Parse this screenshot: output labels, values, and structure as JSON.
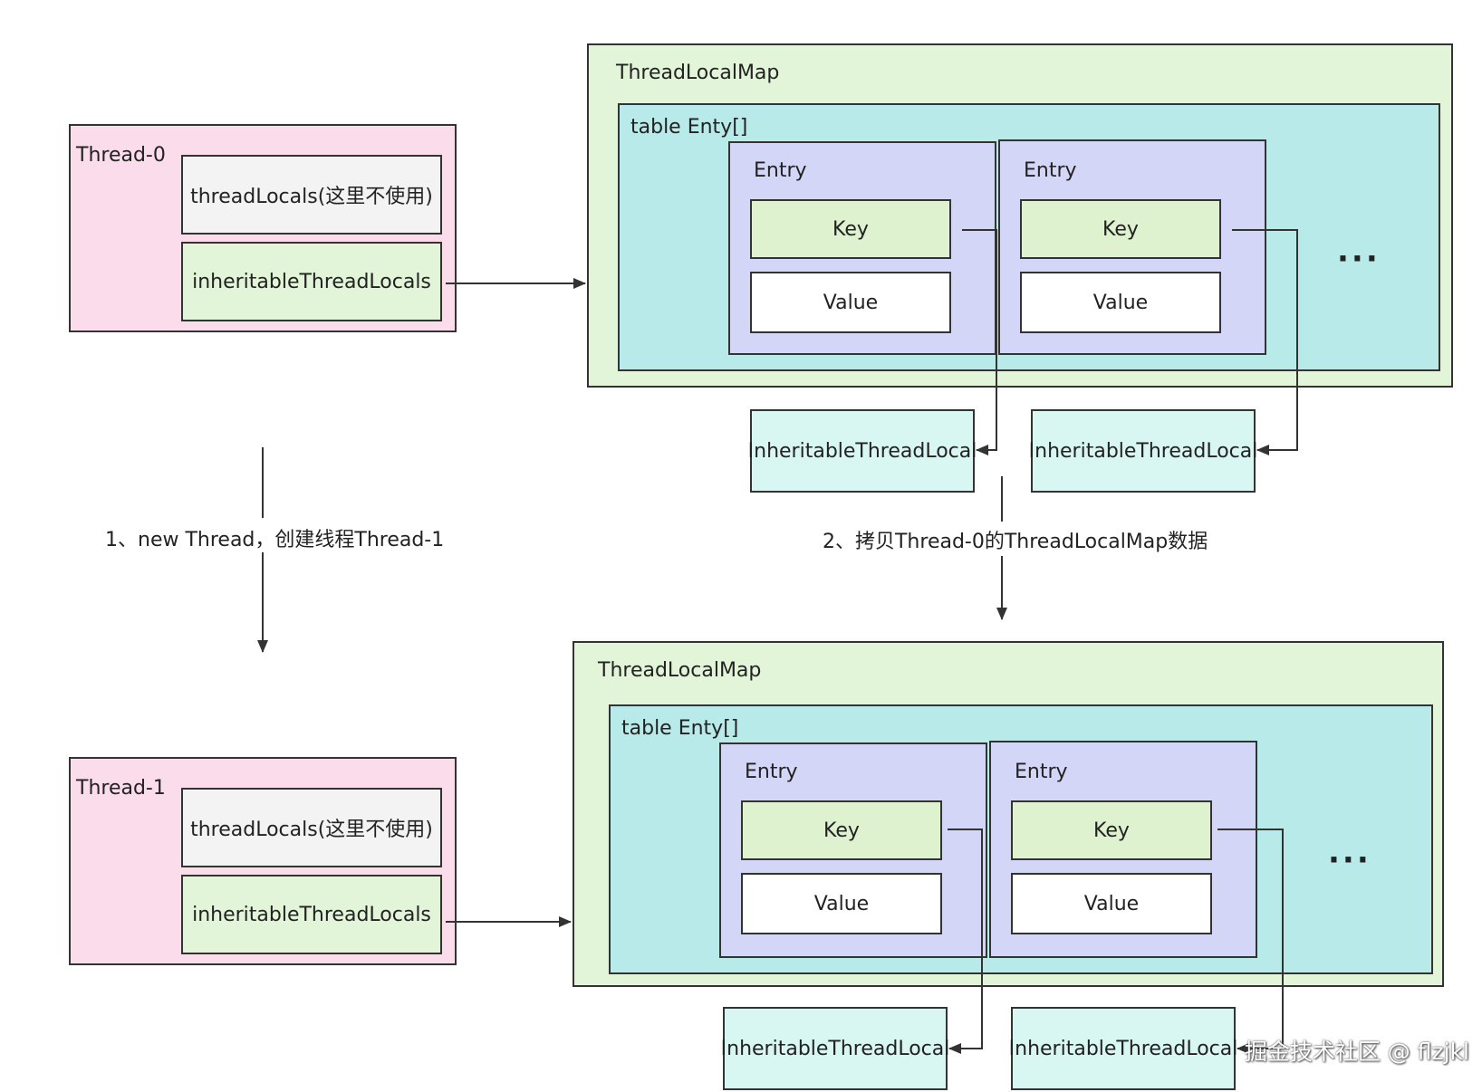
{
  "thread0": {
    "title": "Thread-0",
    "field1": "threadLocals(这里不使用)",
    "field2": "inheritableThreadLocals"
  },
  "thread1": {
    "title": "Thread-1",
    "field1": "threadLocals(这里不使用)",
    "field2": "inheritableThreadLocals"
  },
  "map_top": {
    "title": "ThreadLocalMap",
    "table_label": "table Enty[]",
    "entries": [
      {
        "title": "Entry",
        "key": "Key",
        "value": "Value"
      },
      {
        "title": "Entry",
        "key": "Key",
        "value": "Value"
      }
    ],
    "more": "···",
    "refs": [
      "InheritableThreadLocal",
      "InheritableThreadLocal"
    ]
  },
  "map_bottom": {
    "title": "ThreadLocalMap",
    "table_label": "table Enty[]",
    "entries": [
      {
        "title": "Entry",
        "key": "Key",
        "value": "Value"
      },
      {
        "title": "Entry",
        "key": "Key",
        "value": "Value"
      }
    ],
    "more": "···",
    "refs": [
      "InheritableThreadLocal",
      "InheritableThreadLocal"
    ]
  },
  "steps": {
    "step1": "1、new Thread，创建线程Thread-1",
    "step2": "2、拷贝Thread-0的ThreadLocalMap数据"
  },
  "watermark": "掘金技术社区 @ flzjkl"
}
